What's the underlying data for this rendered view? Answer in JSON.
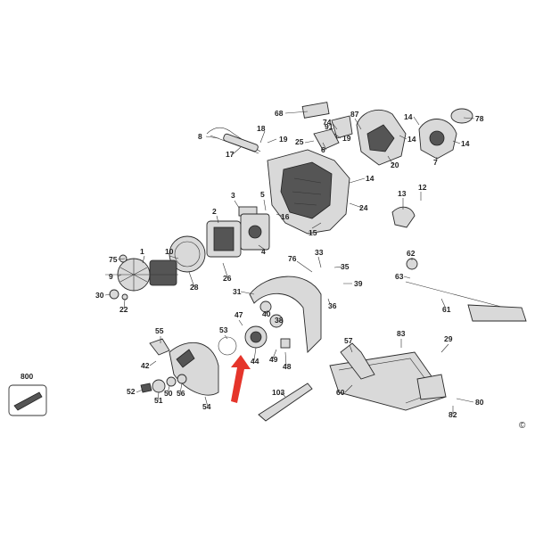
{
  "labels": {
    "l1": "1",
    "l2": "2",
    "l3": "3",
    "l4": "4",
    "l5": "5",
    "l6": "6",
    "l7": "7",
    "l8": "8",
    "l9": "9",
    "l10": "10",
    "l12": "12",
    "l13": "13",
    "l14a": "14",
    "l14b": "14",
    "l14c": "14",
    "l15": "15",
    "l16": "16",
    "l17": "17",
    "l18": "18",
    "l19a": "19",
    "l19b": "19",
    "l20": "20",
    "l22": "22",
    "l24": "24",
    "l25": "25",
    "l26": "26",
    "l28": "28",
    "l29": "29",
    "l30": "30",
    "l31": "31",
    "l33": "33",
    "l35": "35",
    "l36": "36",
    "l38": "38",
    "l39": "39",
    "l40": "40",
    "l42": "42",
    "l44": "44",
    "l47": "47",
    "l48": "48",
    "l49": "49",
    "l50": "50",
    "l51": "51",
    "l52": "52",
    "l53": "53",
    "l54": "54",
    "l55": "55",
    "l56": "56",
    "l57": "57",
    "l60": "60",
    "l61": "61",
    "l62": "62",
    "l63": "63",
    "l68": "68",
    "l74": "74",
    "l75": "75",
    "l76": "76",
    "l78": "78",
    "l80": "80",
    "l82": "82",
    "l83": "83",
    "l87": "87",
    "l91": "91",
    "l103": "103",
    "l800": "800"
  },
  "copyright": "©",
  "colors": {
    "arrow": "#e5352b",
    "ink": "#222222",
    "part": "#d9d9d9"
  }
}
